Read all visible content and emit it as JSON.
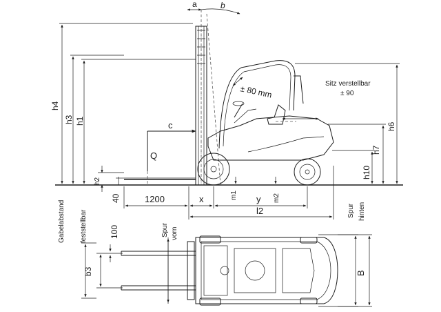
{
  "dimensions": {
    "a": "a",
    "b": "b",
    "h4": "h4",
    "h3": "h3",
    "h1": "h1",
    "h2": "h2",
    "h6": "h6",
    "h7": "h7",
    "h10": "h10",
    "c": "c",
    "Q": "Q",
    "v40": "40",
    "v1200": "1200",
    "x": "x",
    "m1": "m1",
    "m2": "m2",
    "y": "y",
    "l2": "l2",
    "b3": "b3",
    "B": "B",
    "v100": "100"
  },
  "notes": {
    "seat_title": "Sitz verstellbar",
    "seat_value": "± 90",
    "tilt_value": "± 80 mm",
    "fork_spacing": "Gabelabstand",
    "fork_spacing_2": "feststellbar",
    "spur_front_1": "Spur",
    "spur_front_2": "vorn",
    "spur_rear_1": "Spur",
    "spur_rear_2": "hinten"
  },
  "colors": {
    "line": "#1a1a1a",
    "background": "#ffffff"
  }
}
